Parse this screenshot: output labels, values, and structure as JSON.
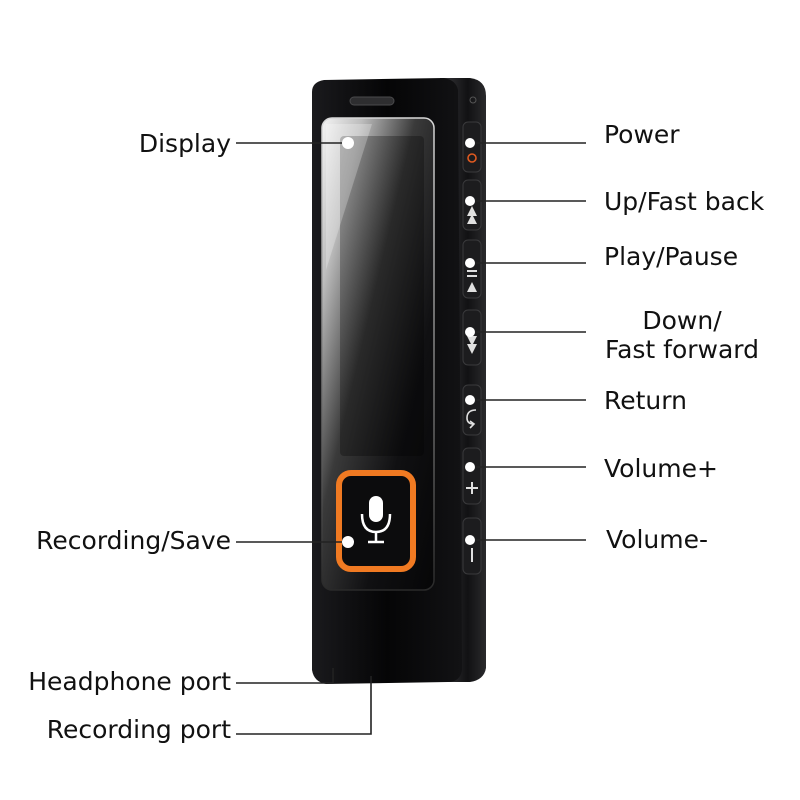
{
  "labels": {
    "display": "Display",
    "power": "Power",
    "up_fast_back": "Up/Fast back",
    "play_pause": "Play/Pause",
    "down_line1": "Down/",
    "down_line2": "Fast forward",
    "return": "Return",
    "volume_plus": "Volume+",
    "volume_minus": "Volume-",
    "recording_save": "Recording/Save",
    "headphone_port": "Headphone port",
    "recording_port": "Recording port"
  },
  "colors": {
    "body": "#0b0b0d",
    "accent_orange": "#f07a22",
    "line": "#222222"
  },
  "icons": {
    "record_button": "microphone-icon",
    "power_button": "power-icon",
    "up_button": "fast-back-icon",
    "play_button": "play-pause-icon",
    "down_button": "fast-forward-icon",
    "return_button": "return-icon",
    "vol_up_button": "plus-icon",
    "vol_down_button": "minus-icon"
  }
}
